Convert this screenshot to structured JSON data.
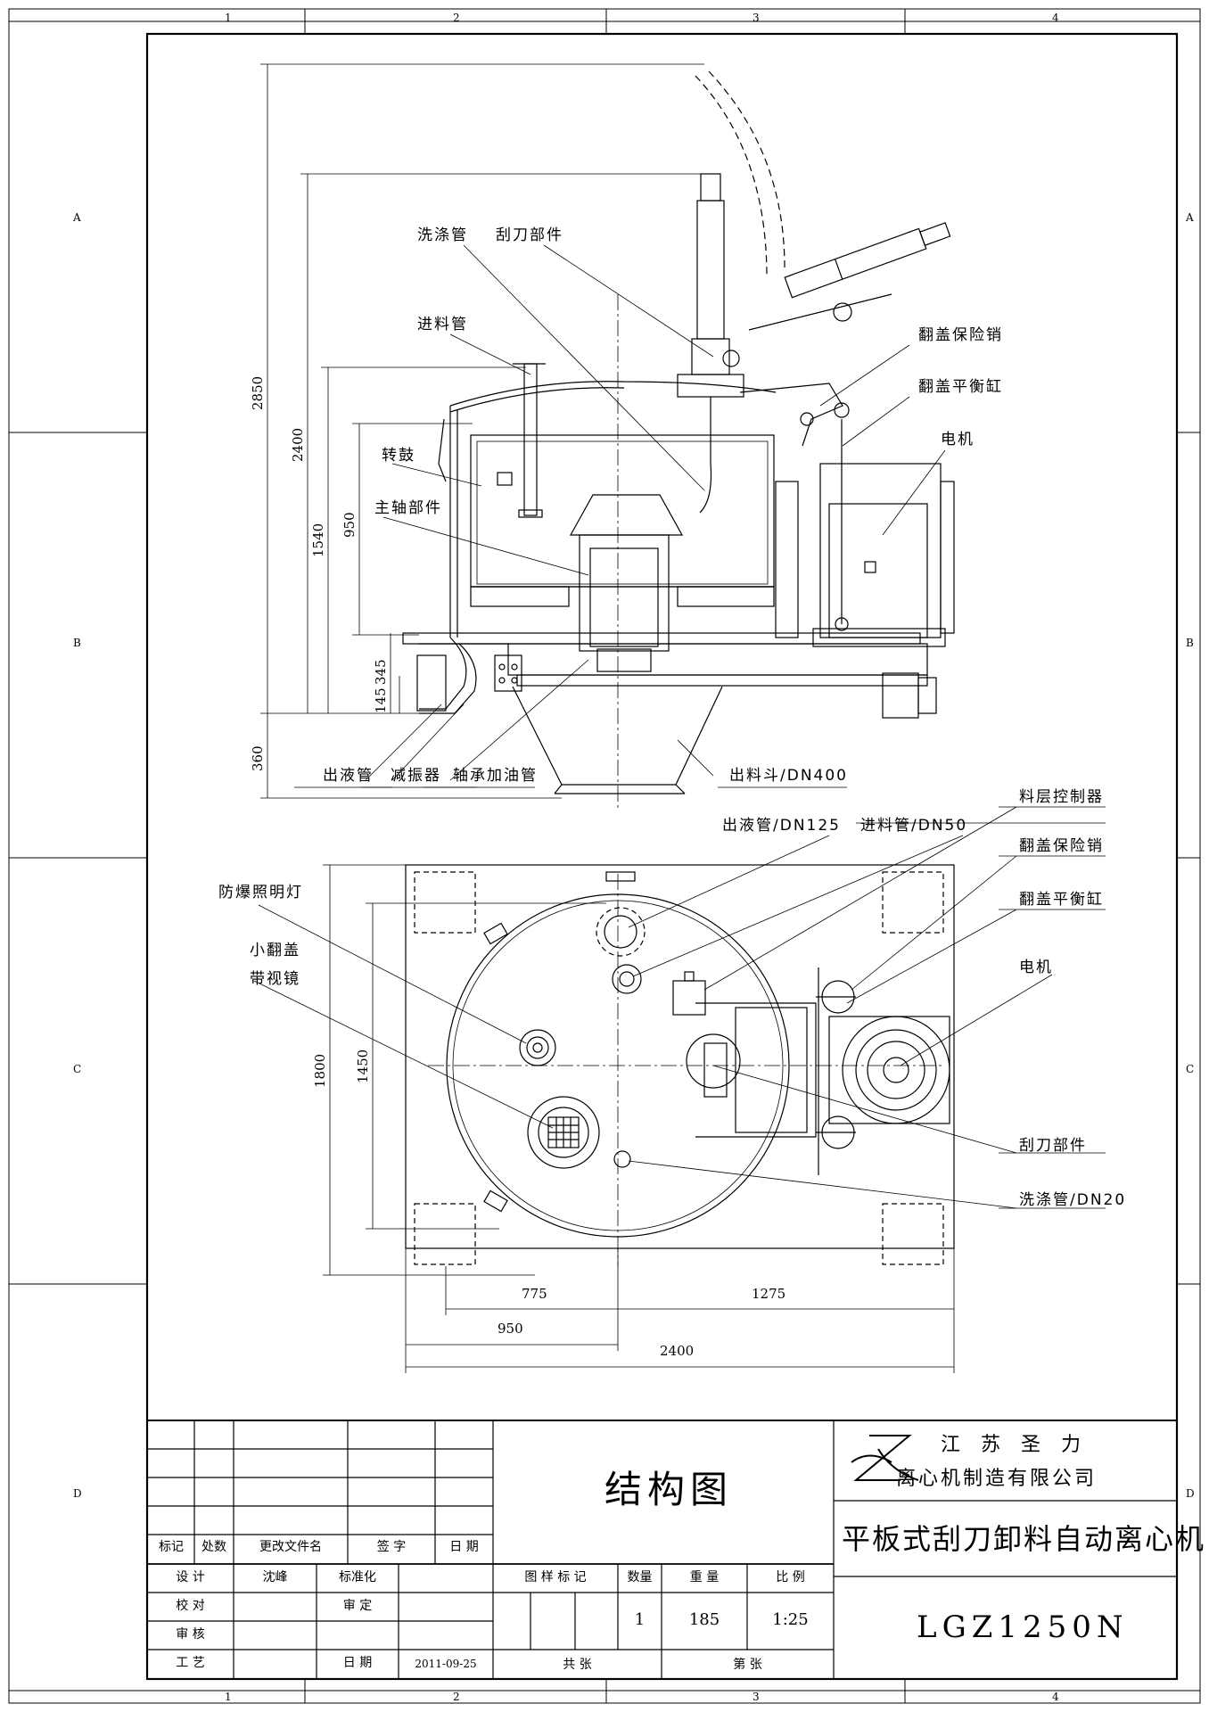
{
  "zones": {
    "columns": [
      "1",
      "2",
      "3",
      "4"
    ],
    "rows": [
      "A",
      "B",
      "C",
      "D"
    ]
  },
  "elevation": {
    "labels": {
      "wash_pipe": "洗涤管",
      "scraper": "刮刀部件",
      "feed_pipe": "进料管",
      "lid_safety_pin": "翻盖保险销",
      "lid_balance_cylinder": "翻盖平衡缸",
      "motor": "电机",
      "drum": "转鼓",
      "main_shaft": "主轴部件",
      "discharge_liquid_pipe": "出液管",
      "damper": "减振器",
      "bearing_oil_pipe": "轴承加油管",
      "discharge_hopper": "出料斗/DN400"
    },
    "dims": {
      "total_height": "2850",
      "height_2400": "2400",
      "height_1540": "1540",
      "height_950": "950",
      "height_345": "345",
      "height_145": "145",
      "height_360": "360"
    }
  },
  "plan": {
    "labels": {
      "discharge_liquid_pipe": "出液管/DN125",
      "feed_pipe": "进料管/DN50",
      "level_controller": "料层控制器",
      "lid_safety_pin": "翻盖保险销",
      "lid_balance_cylinder": "翻盖平衡缸",
      "motor": "电机",
      "explosion_lamp": "防爆照明灯",
      "small_lid_line1": "小翻盖",
      "small_lid_line2": "带视镜",
      "scraper": "刮刀部件",
      "wash_pipe": "洗涤管/DN20"
    },
    "dims": {
      "d1800": "1800",
      "d1450": "1450",
      "d775": "775",
      "d1275": "1275",
      "d950": "950",
      "d2400": "2400"
    }
  },
  "title_block": {
    "drawing_title": "结构图",
    "company_line1": "江 苏 圣 力",
    "company_line2": "离心机制造有限公司",
    "product_name": "平板式刮刀卸料自动离心机",
    "model": "LGZ1250N",
    "headers": {
      "mark": "标记",
      "count": "处数",
      "change_doc": "更改文件名",
      "signature": "签  字",
      "date": "日 期"
    },
    "rows": {
      "design": "设  计",
      "designer": "沈峰",
      "standard": "标准化",
      "check": "校  对",
      "approve": "审  定",
      "review": "审  核",
      "process": "工  艺",
      "date_label": "日  期",
      "date_value": "2011-09-25"
    },
    "fields": {
      "sample_mark": "图 样 标 记",
      "quantity_label": "数量",
      "weight_label": "重  量",
      "scale_label": "比  例",
      "quantity": "1",
      "weight": "185",
      "scale": "1:25",
      "total_sheets": "共      张",
      "sheet_no": "第      张"
    }
  }
}
